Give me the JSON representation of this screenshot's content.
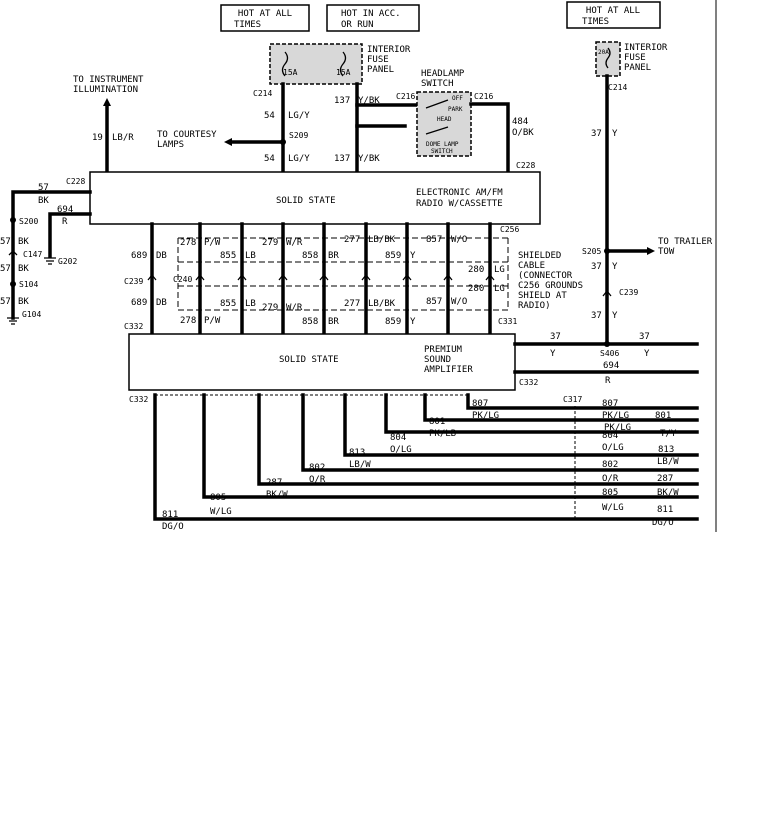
{
  "power_labels": {
    "hot_left_1": "HOT AT ALL",
    "hot_left_2": "TIMES",
    "acc_1": "HOT IN ACC.",
    "acc_2": "OR RUN",
    "hot_right_1": "HOT AT ALL",
    "hot_right_2": "TIMES"
  },
  "fuse_panel": {
    "line1": "INTERIOR",
    "line2": "FUSE",
    "line3": "PANEL",
    "fuse_a": "15A",
    "fuse_b": "15A",
    "fuse_c": "20A"
  },
  "headlamp": {
    "line1": "HEADLAMP",
    "line2": "SWITCH",
    "off": "OFF",
    "park": "PARK",
    "head": "HEAD",
    "dome1": "DOME LAMP",
    "dome2": "SWITCH"
  },
  "notes": {
    "instr1": "TO INSTRUMENT",
    "instr2": "ILLUMINATION",
    "courtesy1": "TO COURTESY",
    "courtesy2": "LAMPS",
    "trailer1": "TO TRAILER",
    "trailer2": "TOW",
    "shield1": "SHIELDED",
    "shield2": "CABLE",
    "shield3": "(CONNECTOR",
    "shield4": "C256 GROUNDS",
    "shield5": "SHIELD AT",
    "shield6": "RADIO)"
  },
  "radio": {
    "solid": "SOLID STATE",
    "title1": "ELECTRONIC AM/FM",
    "title2": "RADIO W/CASSETTE"
  },
  "amp": {
    "solid": "SOLID STATE",
    "title1": "PREMIUM",
    "title2": "SOUND",
    "title3": "AMPLIFIER"
  },
  "connectors": {
    "c214a": "C214",
    "c214b": "C214",
    "c216a": "C216",
    "c216b": "C216",
    "s209": "S209",
    "c228a": "C228",
    "c228b": "C228",
    "s200": "S200",
    "c147": "C147",
    "g202": "G202",
    "s104": "S104",
    "g104": "G104",
    "c256": "C256",
    "c239a": "C239",
    "c240": "C240",
    "c332a": "C332",
    "c331": "C331",
    "s205": "S205",
    "c239b": "C239",
    "s406": "S406",
    "c332b": "C332",
    "c332c": "C332",
    "c317": "C317"
  },
  "circuits": {
    "c54a": "54",
    "c54a_col": "LG/Y",
    "c54b": "54",
    "c54b_col": "LG/Y",
    "c137a": "137",
    "c137a_col": "Y/BK",
    "c137b": "137",
    "c137b_col": "Y/BK",
    "c484": "484",
    "c484_col": "O/BK",
    "c19": "19",
    "c19_col": "LB/R",
    "c57a": "57",
    "c57a_col": "BK",
    "c694a": "694",
    "c694a_col": "R",
    "c57b": "57",
    "c57b_col": "BK",
    "c57c": "57",
    "c57c_col": "BK",
    "c57d": "57",
    "c57d_col": "BK",
    "c37a": "37",
    "c37a_col": "Y",
    "c37b": "37",
    "c37b_col": "Y",
    "c37c": "37",
    "c37c_col": "Y",
    "c37d": "37",
    "c37d_col": "Y",
    "c37e": "37",
    "c37e_col": "Y",
    "c694b": "694",
    "c694b_col": "R"
  },
  "speaker_circuits": [
    {
      "num": "689",
      "col": "DB"
    },
    {
      "num": "278",
      "col": "P/W"
    },
    {
      "num": "855",
      "col": "LB"
    },
    {
      "num": "279",
      "col": "W/R"
    },
    {
      "num": "858",
      "col": "BR"
    },
    {
      "num": "277",
      "col": "LB/BK"
    },
    {
      "num": "859",
      "col": "Y"
    },
    {
      "num": "857",
      "col": "W/O"
    },
    {
      "num": "280",
      "col": "LG"
    }
  ],
  "amp_outputs": [
    {
      "num": "807",
      "col": "PK/LG"
    },
    {
      "num": "801",
      "col": "PK/LG"
    },
    {
      "num": "804",
      "col": "T/Y"
    },
    {
      "num": "813",
      "col": "O/LG"
    },
    {
      "num": "802",
      "col": "LB/W"
    },
    {
      "num": "287",
      "col": "O/R"
    },
    {
      "num": "805",
      "col": "BK/W"
    },
    {
      "num": "811",
      "col": "W/LG"
    }
  ],
  "amp_inputs": [
    {
      "num": "807",
      "col": "PK/LG"
    },
    {
      "num": "801",
      "col": "PK/LB"
    },
    {
      "num": "804",
      "col": "O/LG"
    },
    {
      "num": "813",
      "col": "LB/W"
    },
    {
      "num": "802",
      "col": "O/R"
    },
    {
      "num": "287",
      "col": "BK/W"
    },
    {
      "num": "805",
      "col": "W/LG"
    },
    {
      "num": "811",
      "col": "DG/O"
    }
  ],
  "right_col": {
    "r811": "DG/O"
  }
}
